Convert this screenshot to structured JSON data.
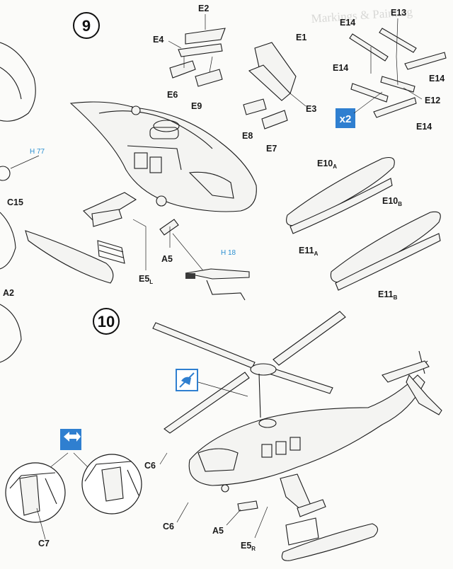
{
  "steps": {
    "step9": "9",
    "step10": "10"
  },
  "header_text": "Markings & Painting",
  "multiplier": "x2",
  "parts": {
    "E2": "E2",
    "E4": "E4",
    "E6": "E6",
    "E9": "E9",
    "E1": "E1",
    "E3": "E3",
    "E7": "E7",
    "E8": "E8",
    "E13": "E13",
    "E14": "E14",
    "E12": "E12",
    "C15": "C15",
    "A2": "A2",
    "A5": "A5",
    "E10": "E10",
    "E11": "E11",
    "C6": "C6",
    "C7": "C7"
  },
  "subscripts": {
    "A": "A",
    "B": "B",
    "L": "L",
    "R": "R"
  },
  "refs": {
    "h77": "H 77",
    "h18": "H 18"
  },
  "icons": {
    "no_glue": "no-glue-icon",
    "movable": "movable-icon",
    "accent": "#2f7fd0"
  }
}
